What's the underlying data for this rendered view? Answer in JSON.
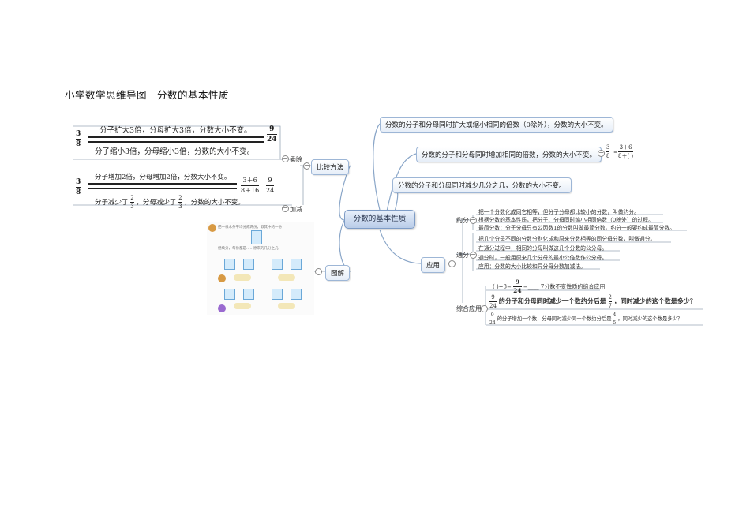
{
  "page_title": "小学数学思维导图－分数的基本性质",
  "central": "分数的基本性质",
  "left_branches": {
    "compare": "比较方法",
    "mul_div": "乘除",
    "add_sub": "加减",
    "diagram": "图解"
  },
  "mul_div_example": {
    "frac_left": {
      "num": "3",
      "den": "8"
    },
    "frac_right": {
      "num": "9",
      "den": "24"
    },
    "top_text": "分子扩大3倍，分母扩大3倍，分数大小不变。",
    "bottom_text": "分子缩小3倍，分母缩小3倍，分数的大小不变。"
  },
  "add_sub_example": {
    "frac_left": {
      "num": "3",
      "den": "8"
    },
    "frac_mid": {
      "num": "3＋6",
      "den": "8＋16"
    },
    "frac_right": {
      "num": "9",
      "den": "24"
    },
    "top_text": "分子增加2倍，分母增加2倍，分数大小不变。",
    "bottom_text_a": "分子减少了",
    "bottom_text_b": "，分母减少了",
    "bottom_text_c": "，分数的大小不变。",
    "frac_small": {
      "num": "2",
      "den": "3"
    }
  },
  "illustration": {
    "heading": "把一根木条平均分成两份，取其中的一份",
    "note": "继续分，每份都是……原来的几分之几"
  },
  "right_top": {
    "rule1": "分数的分子和分母同时扩大或缩小相同的倍数（0除外），分数的大小不变。",
    "rule2": "分数的分子和分母同时增加相同的倍数，分数的大小不变。",
    "rule2_frac_left": {
      "num": "3",
      "den": "8"
    },
    "rule2_frac_right": {
      "num": "3＋6",
      "den": "8＋(  )"
    },
    "rule3": "分数的分子和分母同时减少几分之几，分数的大小不变。"
  },
  "application": {
    "label": "应用",
    "reduce": {
      "label": "约分",
      "items": [
        "把一个分数化成同它相等，但分子分母都比较小的分数，叫做约分。",
        "根据分数的基本性质，把分子、分母同时缩小相同倍数（0除外）的过程。",
        "最简分数：分子分母只有公因数1的分数叫做最简分数。约分一般要约成最简分数。"
      ]
    },
    "common": {
      "label": "通分",
      "items": [
        "把几个分母不同的分数分别化成和原来分数相等的同分母分数，叫做通分。",
        "在通分过程中，相同的分母叫做这几个分数的公分母。",
        "通分时，一般用原来几个分母的最小公倍数作公分母。",
        "应用：分数的大小比较和异分母分数加减法。"
      ]
    },
    "combined": {
      "label": "综合应用",
      "q1_a": "(    )÷8=",
      "q1_frac": {
        "num": "9",
        "den": "24"
      },
      "q1_b": "=____ 7分数不变性质的综合应用",
      "q2_frac": {
        "num": "9",
        "den": "24"
      },
      "q2_text_a": "的分子和分母同时减少一个数约分后是",
      "q2_frac2": {
        "num": "2",
        "den": "7"
      },
      "q2_text_b": "，同时减少的这个数是多少？",
      "q3_frac": {
        "num": "9",
        "den": "24"
      },
      "q3_text_a": "的分子增加一个数，分母同时减少同一个数约分后是",
      "q3_frac2": {
        "num": "4",
        "den": "5"
      },
      "q3_text_b": "，同时减少的这个数是多少？"
    }
  }
}
